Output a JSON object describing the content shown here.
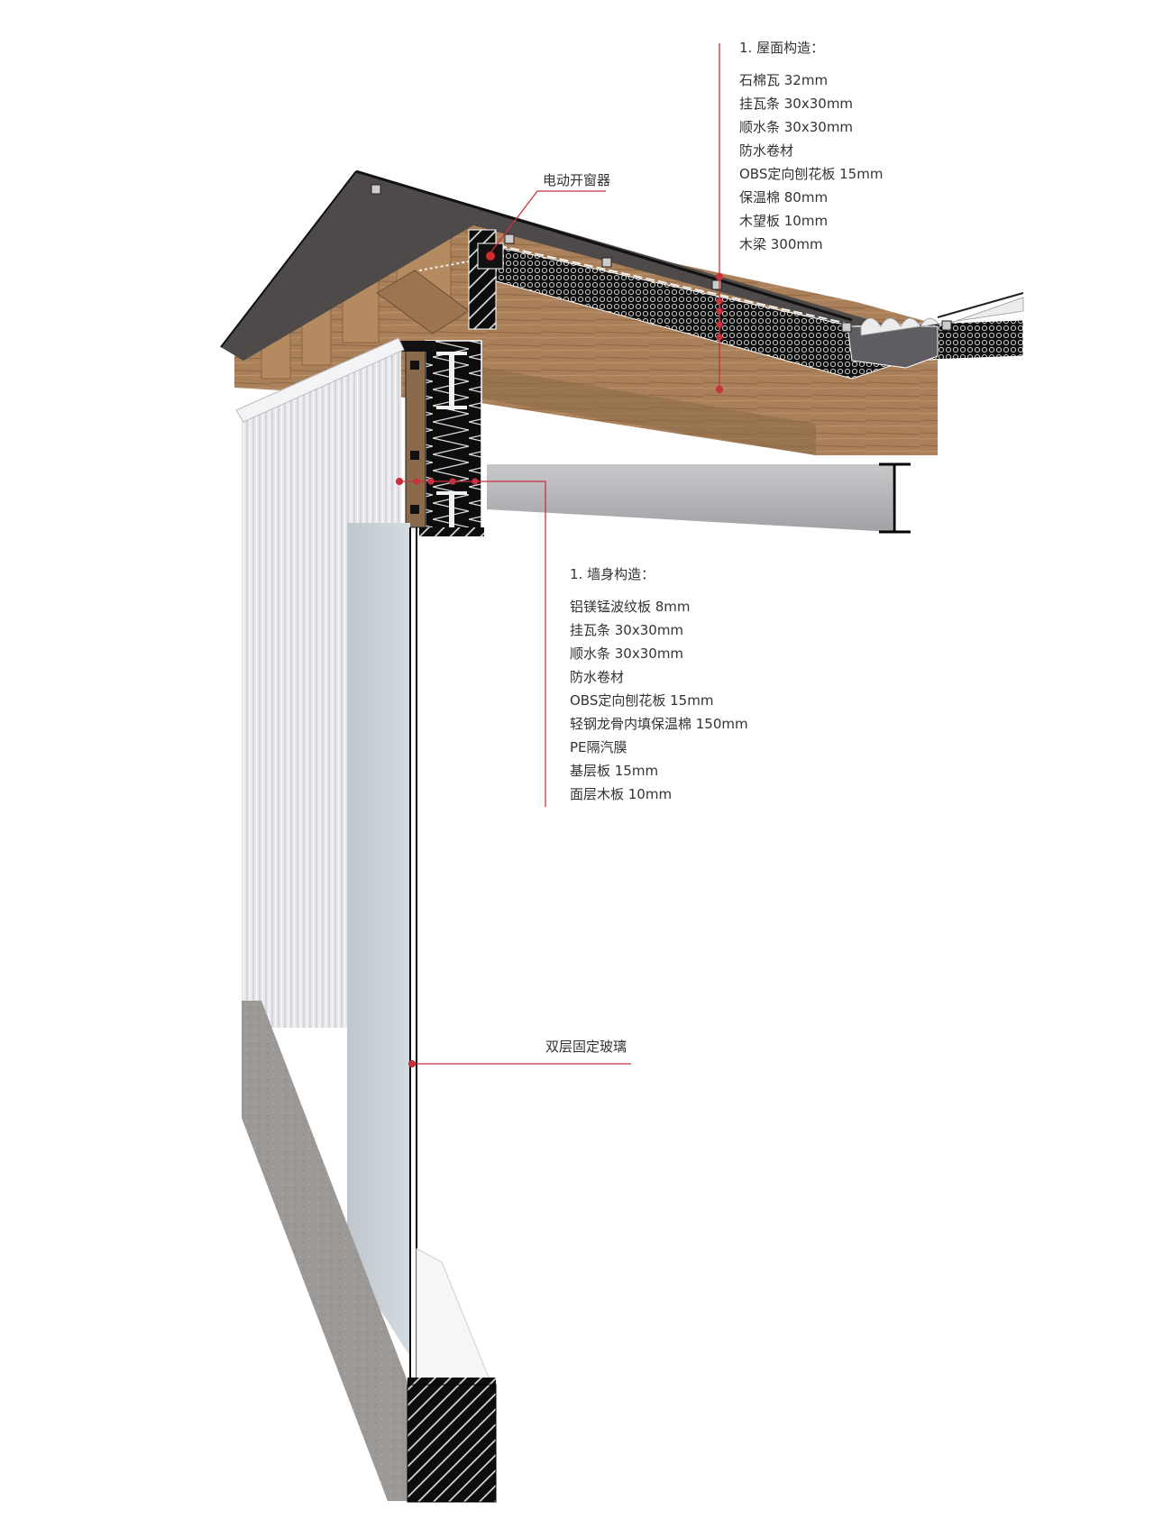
{
  "diagram": {
    "type": "architectural-construction-section",
    "colors": {
      "leader_line": "#c8323c",
      "text": "#333333",
      "roof_felt": "#4a4848",
      "timber": "#a9805a",
      "insulation": "#111111",
      "cladding": "#e6e6ea",
      "glass": "#c9d2d8",
      "steel_beam": "#b4b4b8",
      "concrete_base": "#9a9696"
    }
  },
  "roof_construction": {
    "heading": "1. 屋面构造：",
    "layers": [
      "石棉瓦 32mm",
      "挂瓦条 30x30mm",
      "顺水条 30x30mm",
      "防水卷材",
      "OBS定向刨花板 15mm",
      "保温棉 80mm",
      "木望板 10mm",
      "木梁 300mm"
    ]
  },
  "wall_construction": {
    "heading": "1. 墙身构造：",
    "layers": [
      "铝镁锰波纹板 8mm",
      "挂瓦条 30x30mm",
      "顺水条 30x30mm",
      "防水卷材",
      "OBS定向刨花板 15mm",
      "轻钢龙骨内填保温棉 150mm",
      "PE隔汽膜",
      "基层板 15mm",
      "面层木板 10mm"
    ]
  },
  "callouts": {
    "window_opener": "电动开窗器",
    "glazing": "双层固定玻璃"
  }
}
